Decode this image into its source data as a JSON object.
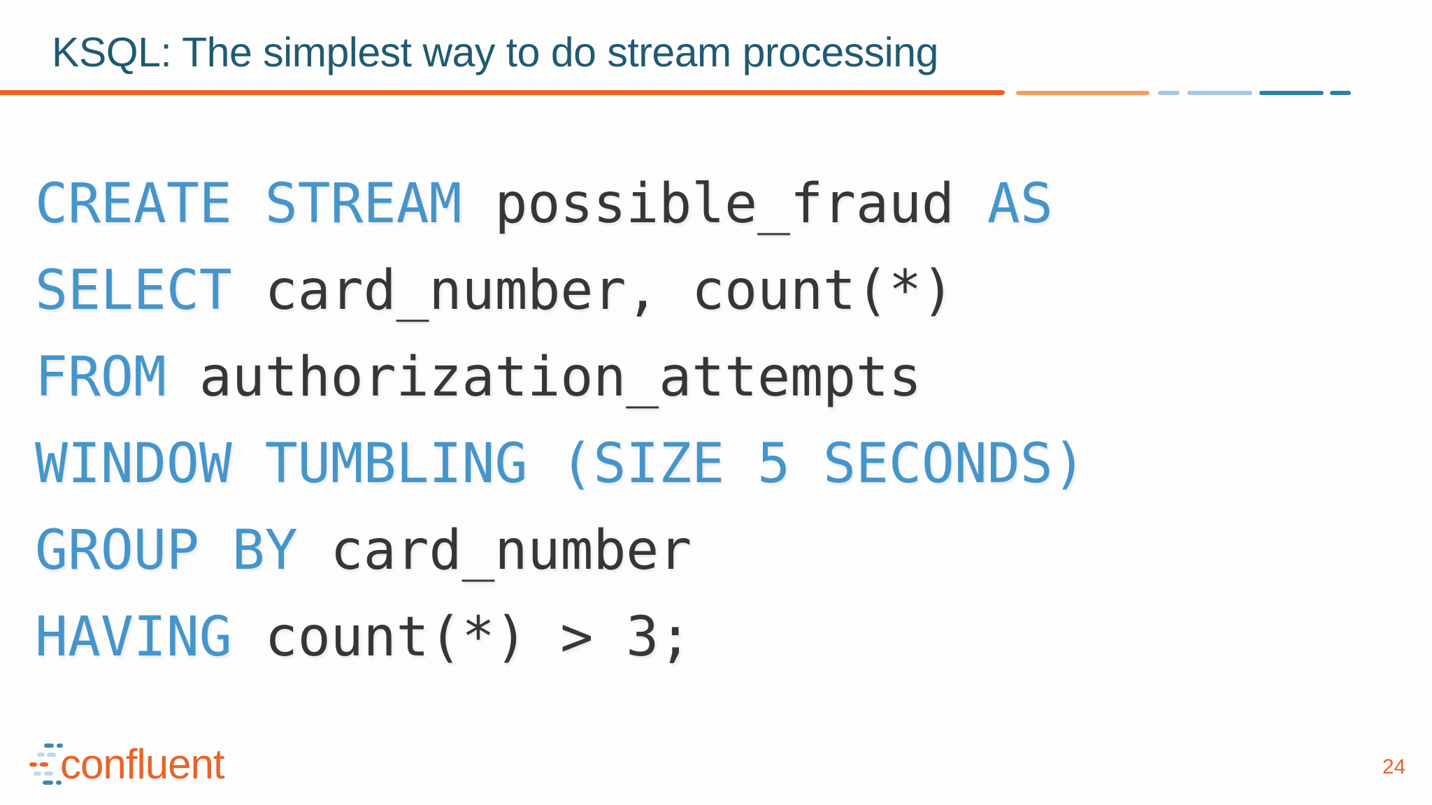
{
  "header": {
    "title": "KSQL: The simplest way to do stream processing"
  },
  "code": {
    "lines": [
      {
        "segments": [
          {
            "type": "keyword",
            "text": "CREATE STREAM "
          },
          {
            "type": "plain",
            "text": "possible_fraud "
          },
          {
            "type": "keyword",
            "text": "AS"
          }
        ]
      },
      {
        "segments": [
          {
            "type": "keyword",
            "text": "SELECT "
          },
          {
            "type": "plain",
            "text": "card_number, count(*)"
          }
        ]
      },
      {
        "segments": [
          {
            "type": "keyword",
            "text": "FROM "
          },
          {
            "type": "plain",
            "text": "authorization_attempts"
          }
        ]
      },
      {
        "segments": [
          {
            "type": "keyword",
            "text": "WINDOW TUMBLING (SIZE 5 SECONDS)"
          }
        ]
      },
      {
        "segments": [
          {
            "type": "keyword",
            "text": "GROUP BY "
          },
          {
            "type": "plain",
            "text": "card_number"
          }
        ]
      },
      {
        "segments": [
          {
            "type": "keyword",
            "text": "HAVING "
          },
          {
            "type": "plain",
            "text": "count(*) > 3;"
          }
        ]
      }
    ]
  },
  "footer": {
    "logo_text": "confluent",
    "page_number": "24"
  },
  "colors": {
    "title_teal": "#1f5a72",
    "keyword_blue": "#4595cb",
    "code_text": "#363636",
    "accent_orange": "#ed5f1f",
    "accent_orange_light": "#f79b5e",
    "accent_blue_light": "#aac7e2",
    "accent_teal": "#2d7fa4",
    "logo_orange": "#e8632b"
  }
}
